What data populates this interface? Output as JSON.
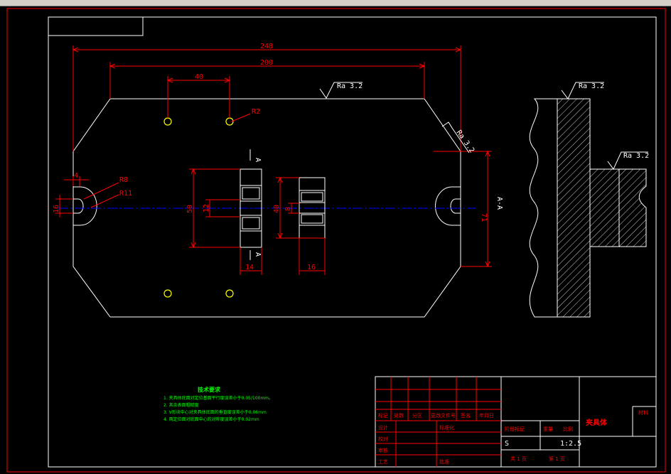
{
  "colors": {
    "background": "#000000",
    "frame": "#ffffff",
    "border_red": "#ff0000",
    "dimension": "#ff0000",
    "centerline": "#0000ff",
    "hole": "#ffff00",
    "notes": "#00ff00",
    "toolbar": "#d4d0c8"
  },
  "dimensions": {
    "d248": "248",
    "d200": "200",
    "d40_top": "40",
    "r2": "R2",
    "r8": "R8",
    "r11": "R11",
    "d4": "4",
    "d16_left": "16",
    "d50": "50",
    "d12": "12",
    "d40_mid": "40",
    "d8": "8",
    "d14": "14",
    "d16_bottom": "16",
    "d71": "71"
  },
  "surface_marks": {
    "top": "Ra 3.2",
    "right": "Ra 3.2",
    "section_top": "Ra 3.2",
    "section_step": "Ra 3.2"
  },
  "section_labels": {
    "a_top": "A",
    "a_bottom": "A",
    "aa": "A-A"
  },
  "tech_notes": {
    "title": "技术要求",
    "lines": [
      "1. 夹具体底面对定位基面平行度误差小于0.05/100mm。",
      "2. 其余表面粗糙度",
      "3. V形块中心对夹具体底面的垂直度误差小于0.06mm",
      "4. 两定位面对底面中心的对称度误差小于0.02mm"
    ]
  },
  "title_block": {
    "drawing_name": "夹具体",
    "scale": "1:2.5",
    "sheet_total": "共 1 页",
    "sheet_no": "第 1 页",
    "stage_mark": "S",
    "header_row": [
      "标记",
      "处数",
      "分区",
      "更改文件号",
      "签名",
      "年月日"
    ],
    "role_labels": [
      "设计",
      "校对",
      "审核",
      "工艺"
    ],
    "standardize": "标准化",
    "approve": "批准",
    "stage_label": "阶段标记",
    "weight_label": "重量",
    "scale_label": "比例",
    "material_label": "材料"
  }
}
